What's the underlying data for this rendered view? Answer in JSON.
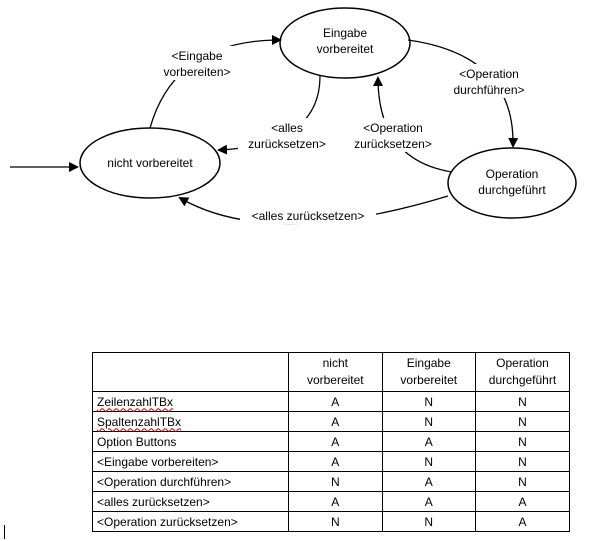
{
  "diagram": {
    "states": {
      "nicht_vorbereitet": [
        "nicht vorbereitet"
      ],
      "eingabe_vorbereitet": [
        "Eingabe",
        "vorbereitet"
      ],
      "operation_durchgefuehrt": [
        "Operation",
        "durchgeführt"
      ]
    },
    "transitions": {
      "eingabe_vorbereiten": [
        "<Eingabe",
        "vorbereiten>"
      ],
      "operation_durchfuehren": [
        "<Operation",
        "durchführen>"
      ],
      "alles_zuruecksetzen_1": [
        "<alles",
        "zurücksetzen>"
      ],
      "operation_zuruecksetzen": [
        "<Operation",
        "zurücksetzen>"
      ],
      "alles_zuruecksetzen_2": [
        "<alles zurücksetzen>"
      ]
    }
  },
  "table": {
    "headers": [
      [
        "nicht",
        "vorbereitet"
      ],
      [
        "Eingabe",
        "vorbereitet"
      ],
      [
        "Operation",
        "durchgeführt"
      ]
    ],
    "rows": [
      {
        "label": "ZeilenzahlTBx",
        "values": [
          "A",
          "N",
          "N"
        ]
      },
      {
        "label": "SpaltenzahlTBx",
        "values": [
          "A",
          "N",
          "N"
        ]
      },
      {
        "label": "Option Buttons",
        "values": [
          "A",
          "A",
          "N"
        ]
      },
      {
        "label": "<Eingabe vorbereiten>",
        "values": [
          "A",
          "N",
          "N"
        ]
      },
      {
        "label": "<Operation durchführen>",
        "values": [
          "N",
          "A",
          "N"
        ]
      },
      {
        "label": "<alles zurücksetzen>",
        "values": [
          "A",
          "A",
          "A"
        ]
      },
      {
        "label": "<Operation zurücksetzen>",
        "values": [
          "N",
          "N",
          "A"
        ]
      }
    ]
  }
}
